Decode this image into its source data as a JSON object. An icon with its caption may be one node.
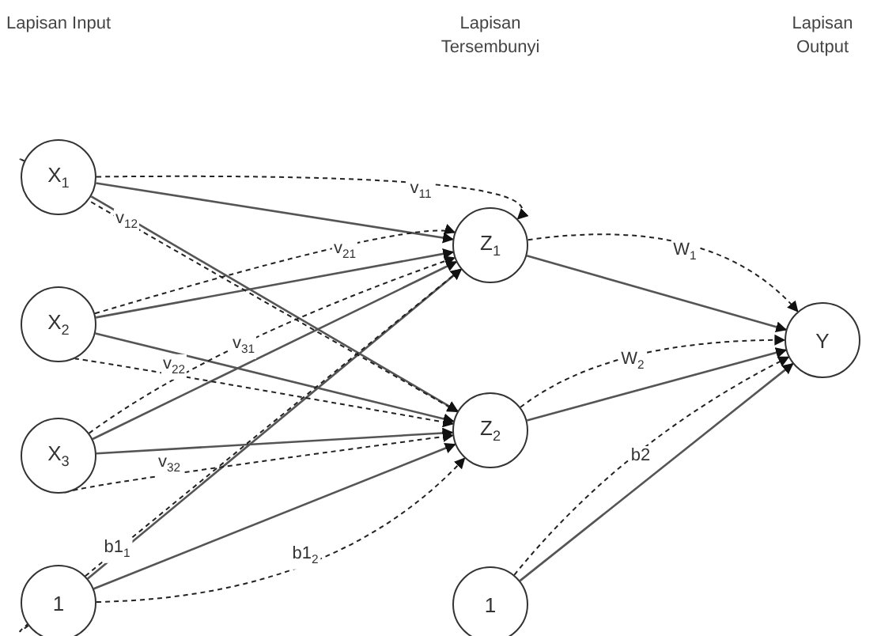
{
  "diagram": {
    "nodes": [
      {
        "text": [
          "X$_{1}$"
        ]
      },
      {
        "text": [
          "X$_{2}$"
        ]
      },
      {
        "text": [
          "X$_{3}$"
        ]
      },
      {
        "text": [
          "1"
        ]
      },
      {
        "text": [
          "Z$_{1}$"
        ]
      },
      {
        "text": [
          "Z$_{2}$"
        ]
      },
      {
        "text": [
          "1"
        ]
      },
      {
        "text": [
          "Y"
        ]
      }
    ],
    "edges": [
      {
        "from": 0,
        "to": 4,
        "arrow": "to"
      },
      {
        "from": 0,
        "to": 5,
        "arrow": "to"
      },
      {
        "from": 1,
        "to": 4,
        "arrow": "to"
      },
      {
        "from": 1,
        "to": 5,
        "arrow": "to"
      },
      {
        "from": 2,
        "to": 4,
        "arrow": "to"
      },
      {
        "from": 2,
        "to": 5,
        "arrow": "to"
      },
      {
        "from": 3,
        "to": 4,
        "arrow": "to"
      },
      {
        "from": 3,
        "to": 5,
        "arrow": "to"
      },
      {
        "from": 4,
        "to": 7,
        "arrow": "to"
      },
      {
        "from": 5,
        "to": 7,
        "arrow": "to"
      },
      {
        "from": 6,
        "to": 7,
        "arrow": "to"
      },
      {
        "from": 0,
        "to": 4,
        "arrow": "to",
        "label": "v$_{11}$",
        "style": "dashed"
      },
      {
        "from": 0,
        "to": 5,
        "arrow": "to",
        "label": "v$_{12}$",
        "style": "dashed"
      },
      {
        "from": 1,
        "to": 4,
        "arrow": "to",
        "label": "v$_{21}$",
        "style": "dashed"
      },
      {
        "from": 1,
        "to": 5,
        "arrow": "to",
        "label": "v$_{22}$",
        "style": "dashed"
      },
      {
        "from": 2,
        "to": 4,
        "arrow": "to",
        "label": "v$_{31}$",
        "style": "dashed"
      },
      {
        "from": 2,
        "to": 5,
        "arrow": "to",
        "label": "v$_{32}$",
        "style": "dashed"
      },
      {
        "from": 3,
        "to": 4,
        "arrow": "to",
        "label": "b1$_{1}$",
        "style": "dashed"
      },
      {
        "from": 3,
        "to": 5,
        "arrow": "to",
        "label": "b1$_{2}$",
        "style": "dashed"
      },
      {
        "from": 4,
        "to": 7,
        "arrow": "to",
        "label": "W$_{1}$",
        "style": "dashed"
      },
      {
        "from": 5,
        "to": 7,
        "arrow": "to",
        "label": "W$_{2}$",
        "style": "dashed"
      },
      {
        "from": 6,
        "to": 7,
        "arrow": "to",
        "label": "b2",
        "style": "dashed"
      }
    ],
    "labels": [
      "Lapisan Input",
      "Lapisan Tersembunyi",
      "Lapisan Output"
    ]
  }
}
